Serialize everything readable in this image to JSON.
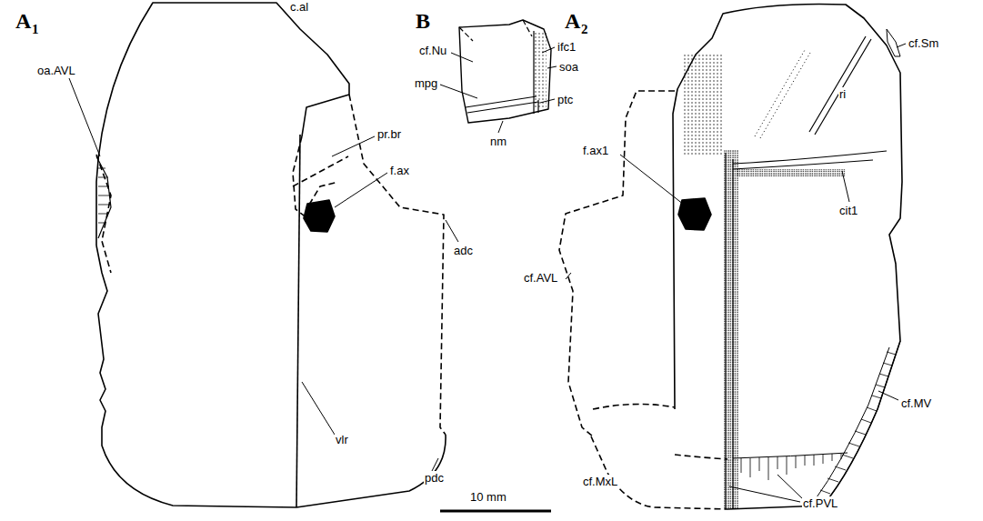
{
  "diagram": {
    "labels": [
      "A",
      "1",
      "c.al",
      "oa.AVL",
      "pr.br",
      "f.ax",
      "adc",
      "vlr",
      "pdc",
      "B",
      "cf.Nu",
      "mpg",
      "ifc1",
      "soa",
      "ptc",
      "nm",
      "A",
      "2",
      "cf.Sm",
      "ri",
      "f.ax1",
      "cit1",
      "cf.AVL",
      "cf.MV",
      "cf.MxL",
      "cf.PVL",
      "10 mm"
    ]
  }
}
